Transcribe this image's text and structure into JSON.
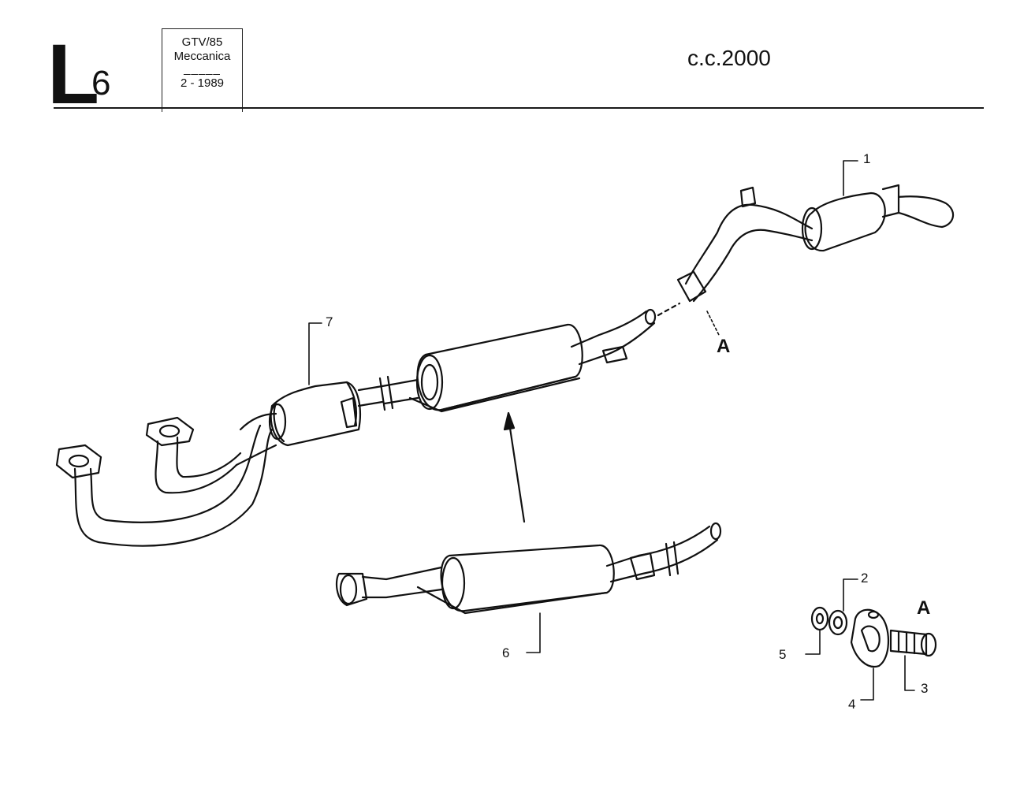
{
  "header": {
    "section_letter": "L",
    "section_number": "6",
    "model": "GTV/85",
    "category": "Meccanica",
    "separator": "_____",
    "date": "2 - 1989",
    "displacement": "c.c.2000"
  },
  "callouts": [
    {
      "label": "1"
    },
    {
      "label": "7"
    },
    {
      "label": "A"
    },
    {
      "label": "6"
    },
    {
      "label": "2"
    },
    {
      "label": "A"
    },
    {
      "label": "5"
    },
    {
      "label": "3"
    },
    {
      "label": "4"
    }
  ]
}
